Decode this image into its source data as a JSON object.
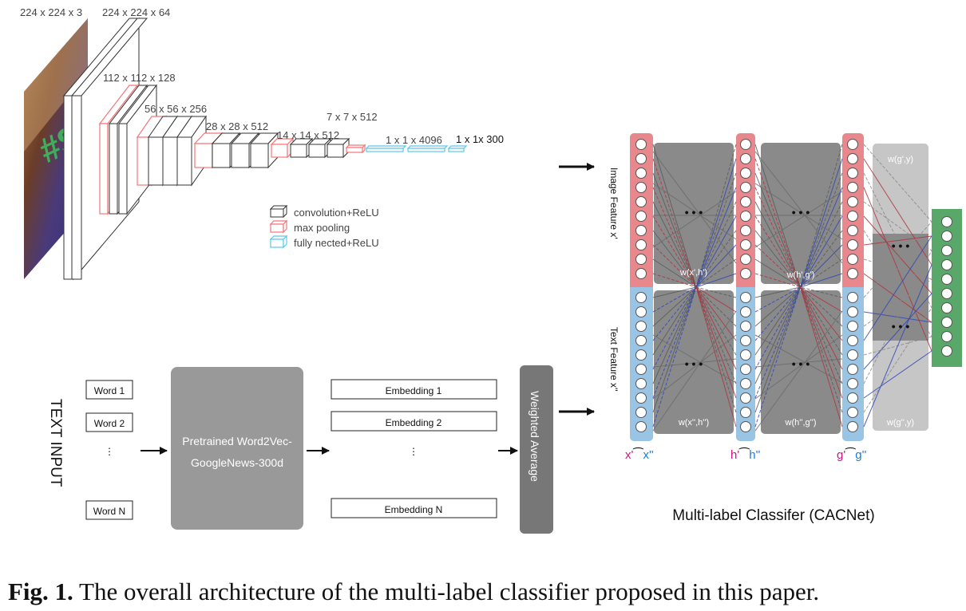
{
  "colors": {
    "conv": "#333333",
    "pool": "#f2777a",
    "fc": "#5bc8ee",
    "image_feature": "#e8888c",
    "text_feature": "#9ac4e4",
    "output": "#5aa869",
    "panel": "#8a8a8a",
    "panel_light": "#c6c6c6",
    "red_line": "#b2333e",
    "blue_line": "#3047b8",
    "magenta": "#d2147f",
    "cyan": "#1d7bd4"
  },
  "cnn": {
    "dims": [
      "224 x 224 x 3",
      "224 x 224 x 64",
      "112 x 112 x 128",
      "56 x 56 x 256",
      "28 x 28 x 512",
      "14 x 14 x 512",
      "7 x 7 x 512",
      "1 x 1 x 4096",
      "1 x 1x 300"
    ],
    "legend": [
      "convolution+ReLU",
      "max pooling",
      "fully nected+ReLU"
    ]
  },
  "text_pipeline": {
    "title": "TEXT INPUT",
    "words": [
      "Word 1",
      "Word 2",
      "⋮",
      "Word N"
    ],
    "pretrained": [
      "Pretrained Word2Vec-",
      "GoogleNews-300d"
    ],
    "embeddings": [
      "Embedding 1",
      "Embedding 2",
      "⋮",
      "Embedding N"
    ],
    "average": "Weighted Average"
  },
  "classifier": {
    "image_feature_label": "Image Feature x'",
    "text_feature_label": "Text Feature x''",
    "weights": [
      "w(x',h')",
      "w(h',g')",
      "w(x'',h'')",
      "w(h'',g'')",
      "w(g',y)",
      "w(g'',y)"
    ],
    "ellipsis": "• • •",
    "concat": [
      {
        "a": "x'",
        "b": "x''"
      },
      {
        "a": "h'",
        "b": "h''"
      },
      {
        "a": "g'",
        "b": "g''"
      }
    ],
    "concat_symbol": "⁀",
    "title": "Multi-label Classifer (CACNet)"
  },
  "caption": {
    "label": "Fig. 1.",
    "text": " The overall architecture of the multi-label classifier proposed in this paper."
  }
}
